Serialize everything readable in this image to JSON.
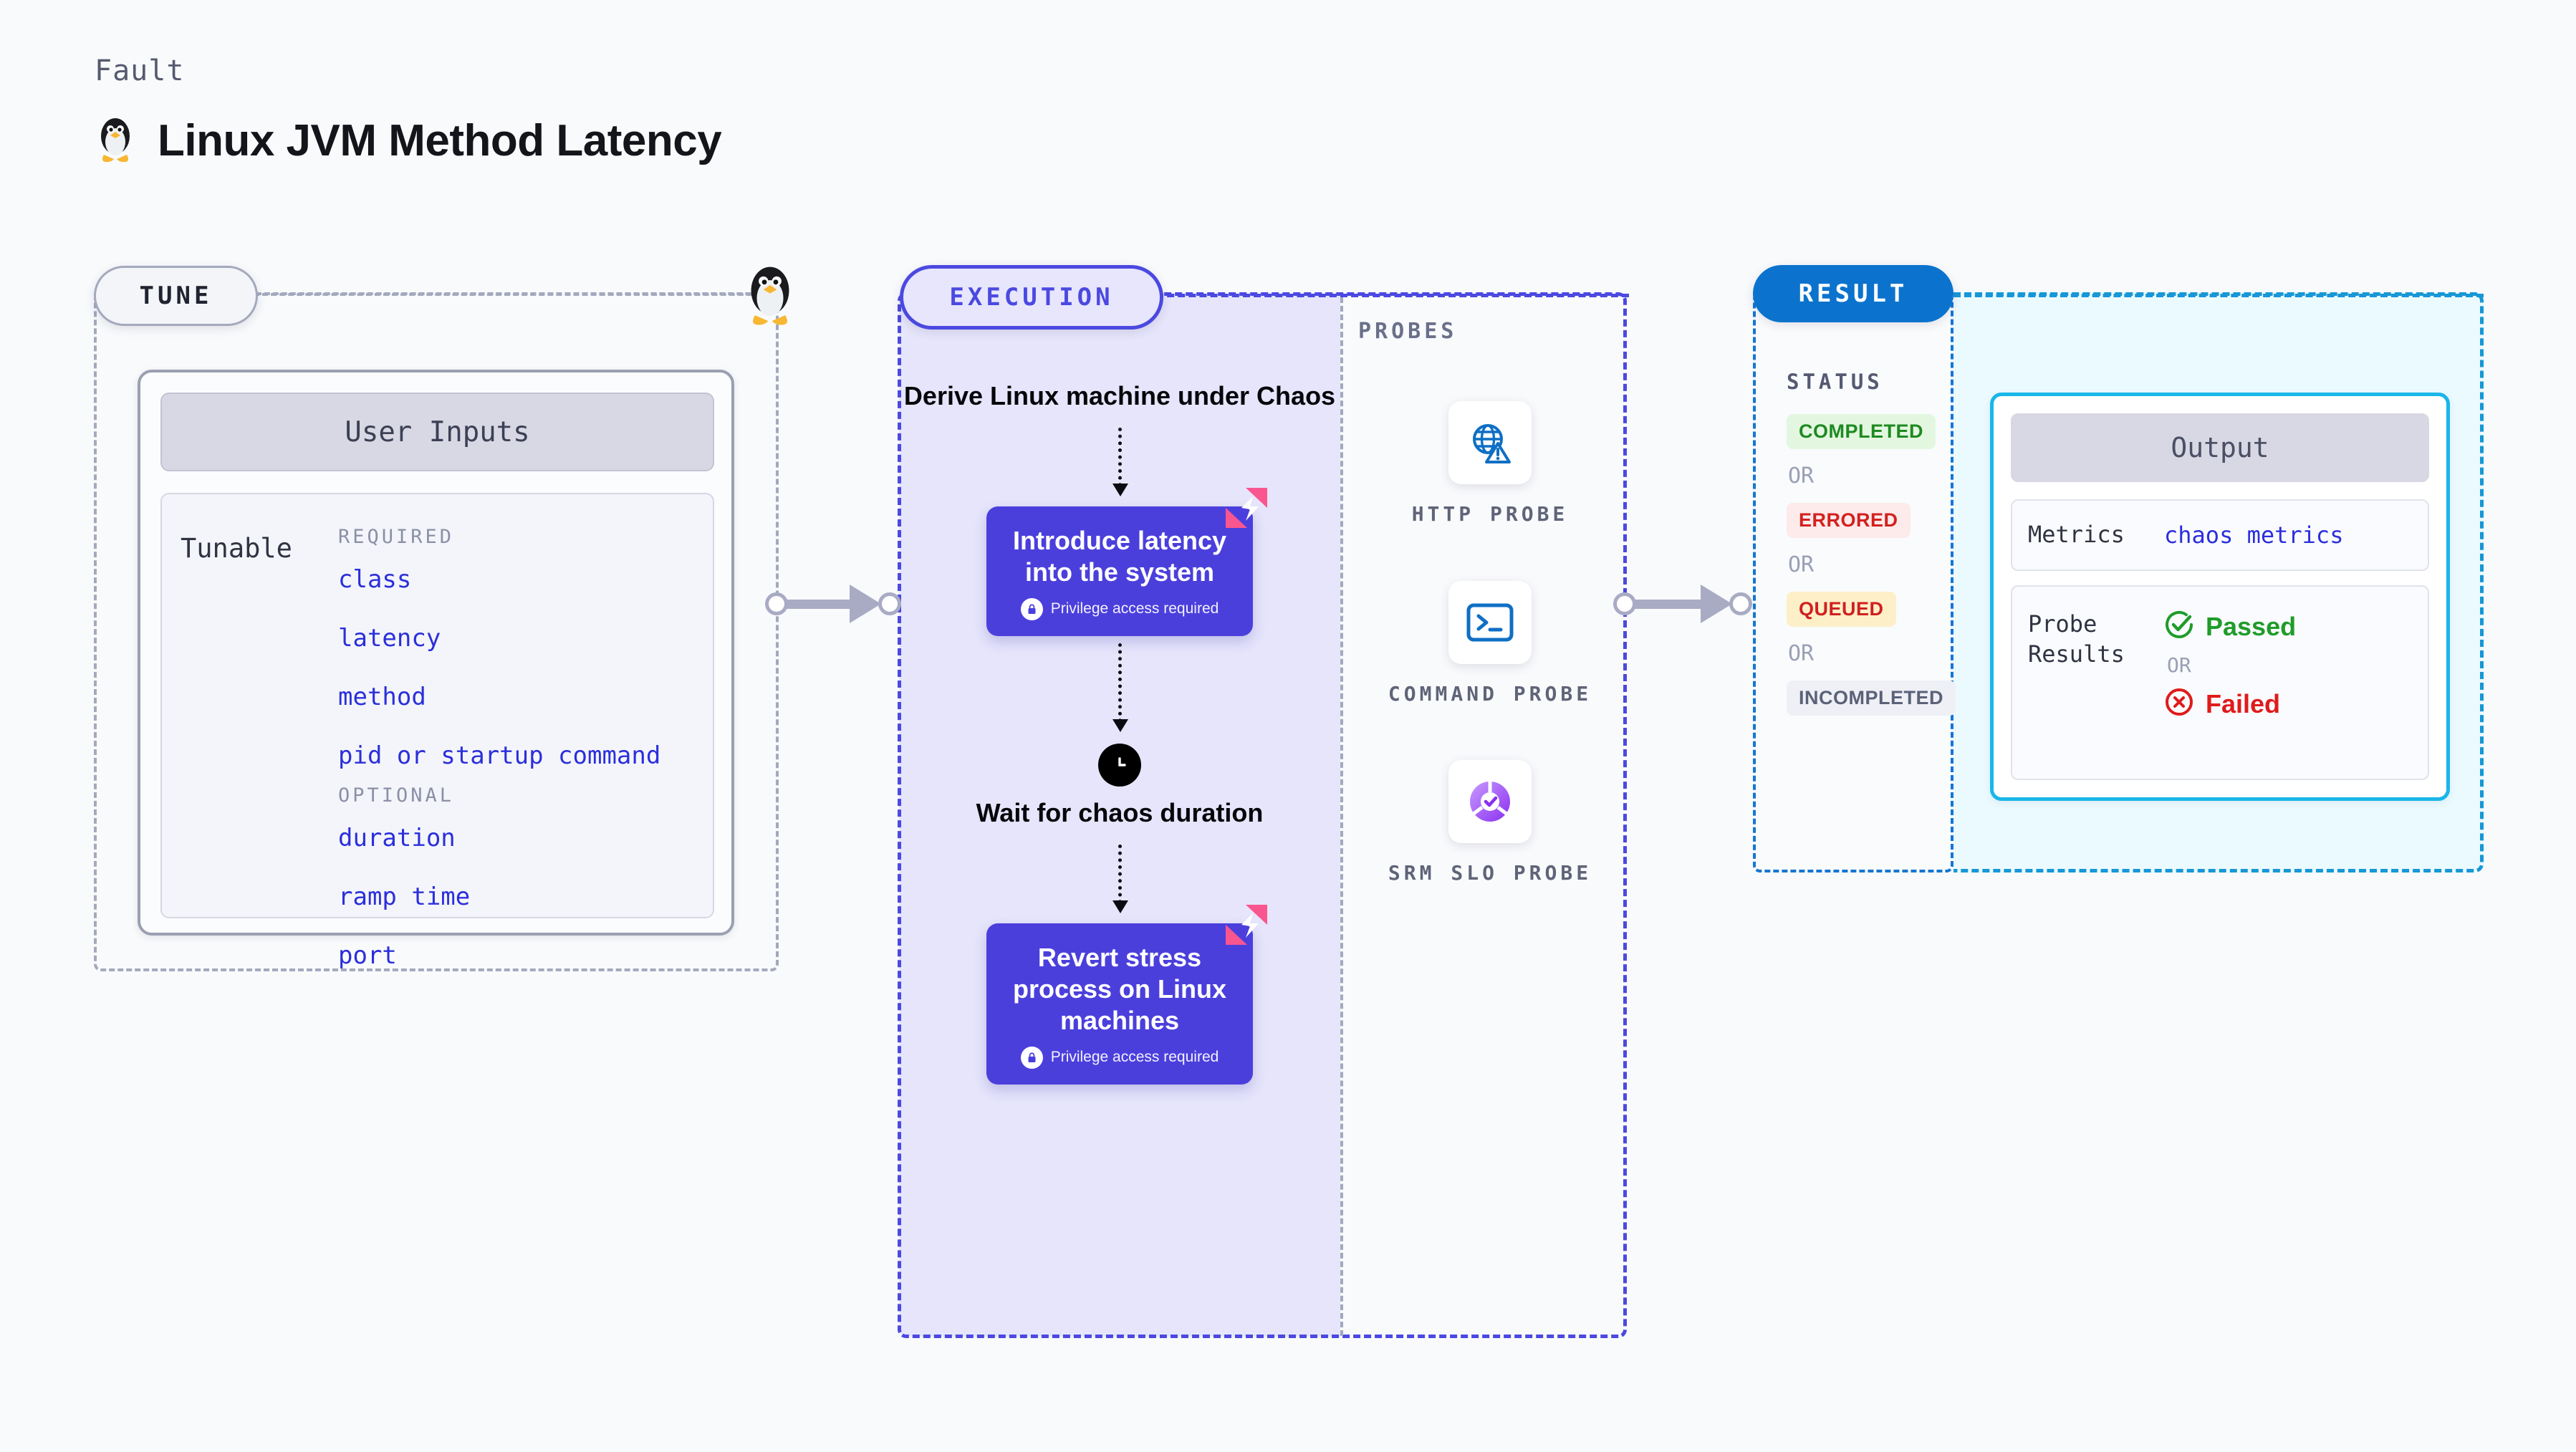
{
  "header": {
    "kicker": "Fault",
    "title": "Linux JVM Method Latency",
    "icon": "linux-penguin-icon"
  },
  "tune": {
    "pill_label": "TUNE",
    "connector_icon": "linux-penguin-icon",
    "card_header": "User Inputs",
    "tunable_label": "Tunable",
    "groups": [
      {
        "heading": "REQUIRED",
        "items": [
          "class",
          "latency",
          "method",
          "pid or startup command"
        ]
      },
      {
        "heading": "OPTIONAL",
        "items": [
          "duration",
          "ramp time",
          "port"
        ]
      }
    ]
  },
  "execution": {
    "pill_label": "EXECUTION",
    "steps": [
      {
        "kind": "text",
        "label": "Derive Linux machine under Chaos"
      },
      {
        "kind": "action",
        "label": "Introduce latency into the system",
        "privilege": "Privilege access required",
        "badge": "harness-chaos-badge-icon"
      },
      {
        "kind": "wait",
        "label": "Wait for chaos duration",
        "icon": "clock-icon"
      },
      {
        "kind": "action",
        "label": "Revert stress process on Linux machines",
        "privilege": "Privilege access required",
        "badge": "harness-chaos-badge-icon"
      }
    ]
  },
  "probes": {
    "section_label": "PROBES",
    "items": [
      {
        "name": "HTTP PROBE",
        "icon": "globe-warning-icon"
      },
      {
        "name": "COMMAND PROBE",
        "icon": "terminal-icon"
      },
      {
        "name": "SRM SLO PROBE",
        "icon": "slo-donut-check-icon"
      }
    ]
  },
  "result": {
    "pill_label": "RESULT",
    "status_label": "STATUS",
    "or_label": "OR",
    "statuses": [
      {
        "label": "COMPLETED",
        "bg": "#e3f7e0",
        "fg": "#1f8a22"
      },
      {
        "label": "ERRORED",
        "bg": "#fdeaea",
        "fg": "#d22020"
      },
      {
        "label": "QUEUED",
        "bg": "#fdefc8",
        "fg": "#cf2020"
      },
      {
        "label": "INCOMPLETED",
        "bg": "#eef0f6",
        "fg": "#5b6178"
      }
    ],
    "output": {
      "header": "Output",
      "metrics_key": "Metrics",
      "metrics_value": "chaos metrics",
      "probe_results_key": "Probe Results",
      "passed_label": "Passed",
      "failed_label": "Failed",
      "or_label": "OR",
      "passed_color": "#1f9c2a",
      "failed_color": "#e01b1b"
    }
  },
  "colors": {
    "accent_purple": "#4b3fdc",
    "accent_blue": "#0b73cd",
    "accent_cyan": "#19b6e8",
    "tunable_blue": "#2b2fdb",
    "pink_badge": "#f9568f",
    "arrow_gray": "#a9abc4"
  }
}
